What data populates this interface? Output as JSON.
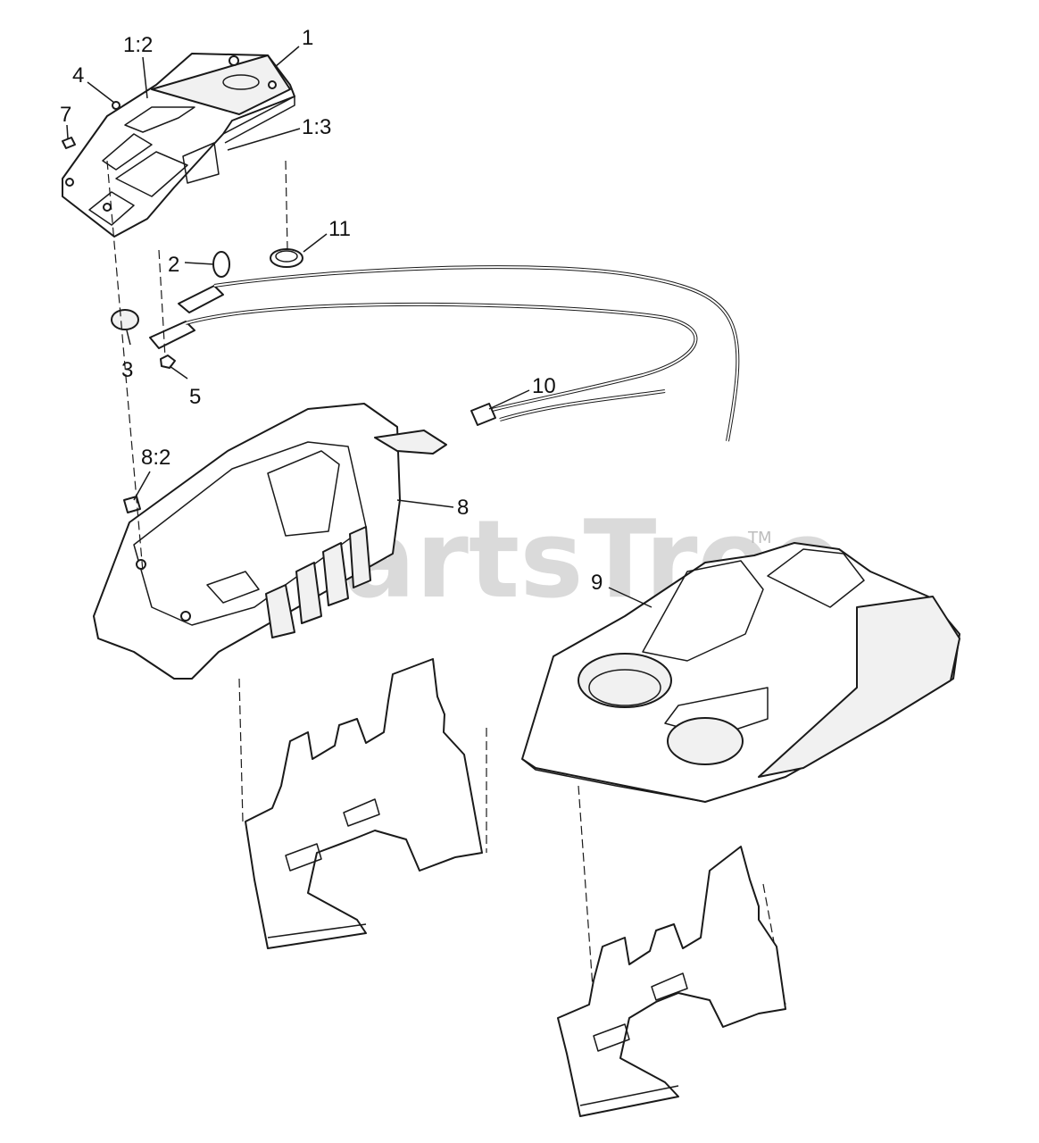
{
  "watermark": {
    "text": "PartsTree",
    "trademark": "TM"
  },
  "callouts": [
    {
      "id": "c1",
      "label": "1"
    },
    {
      "id": "c12",
      "label": "1:2"
    },
    {
      "id": "c4",
      "label": "4"
    },
    {
      "id": "c7",
      "label": "7"
    },
    {
      "id": "c13",
      "label": "1:3"
    },
    {
      "id": "c11",
      "label": "11"
    },
    {
      "id": "c2",
      "label": "2"
    },
    {
      "id": "c3",
      "label": "3"
    },
    {
      "id": "c5",
      "label": "5"
    },
    {
      "id": "c10",
      "label": "10"
    },
    {
      "id": "c82",
      "label": "8:2"
    },
    {
      "id": "c8",
      "label": "8"
    },
    {
      "id": "c9",
      "label": "9"
    }
  ]
}
